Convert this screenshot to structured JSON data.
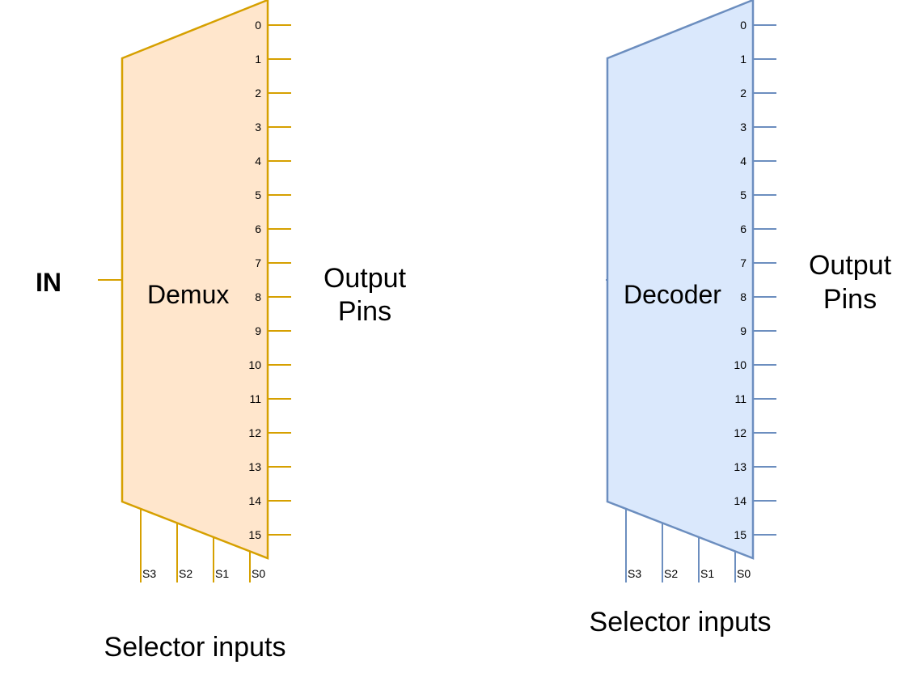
{
  "demux": {
    "input_label": "IN",
    "block_label": "Demux",
    "output_label_line1": "Output",
    "output_label_line2": "Pins",
    "selector_label": "Selector inputs",
    "outputs": [
      "0",
      "1",
      "2",
      "3",
      "4",
      "5",
      "6",
      "7",
      "8",
      "9",
      "10",
      "11",
      "12",
      "13",
      "14",
      "15"
    ],
    "selectors": [
      "S3",
      "S2",
      "S1",
      "S0"
    ],
    "colors": {
      "stroke": "#d6a000",
      "fill": "#ffe6cc"
    }
  },
  "decoder": {
    "block_label": "Decoder",
    "output_label_line1": "Output",
    "output_label_line2": "Pins",
    "selector_label": "Selector inputs",
    "outputs": [
      "0",
      "1",
      "2",
      "3",
      "4",
      "5",
      "6",
      "7",
      "8",
      "9",
      "10",
      "11",
      "12",
      "13",
      "14",
      "15"
    ],
    "selectors": [
      "S3",
      "S2",
      "S1",
      "S0"
    ],
    "colors": {
      "stroke": "#6c8ebf",
      "fill": "#dae8fc"
    }
  }
}
